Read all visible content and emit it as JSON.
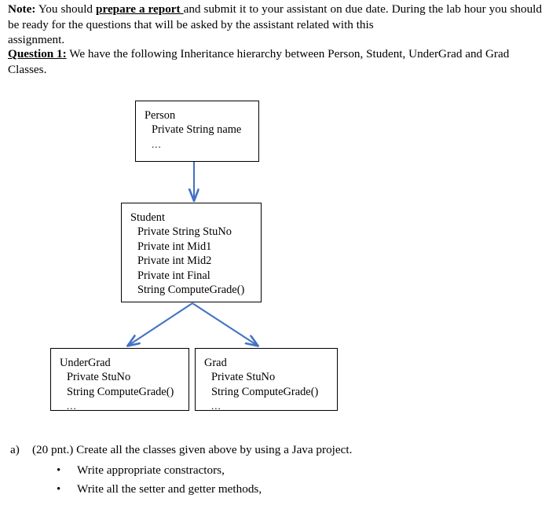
{
  "document": {
    "note": {
      "label": "Note:",
      "text_before_emphasis": " You should ",
      "emphasis": "prepare a report ",
      "text_after_emphasis": "and submit it to your assistant on due date. During the lab hour you should be ready for the questions that will be asked by the assistant related with this",
      "last_line": "assignment."
    },
    "question": {
      "label": "Question 1:",
      "text": " We have the following Inheritance hierarchy between Person, Student, UnderGrad and Grad Classes."
    }
  },
  "diagram": {
    "arrow_color": "#4472C4",
    "box_border_color": "#000000",
    "classes": [
      {
        "id": "person",
        "name": "Person",
        "members": [
          "Private String name"
        ],
        "ellipsis": "..."
      },
      {
        "id": "student",
        "name": "Student",
        "members": [
          "Private String StuNo",
          "Private int Mid1",
          "Private int Mid2",
          "Private int Final",
          "String ComputeGrade()"
        ],
        "ellipsis": ""
      },
      {
        "id": "undergrad",
        "name": "UnderGrad",
        "members": [
          "Private StuNo",
          "String ComputeGrade()"
        ],
        "ellipsis": "..."
      },
      {
        "id": "grad",
        "name": "Grad",
        "members": [
          "Private StuNo",
          "String ComputeGrade()"
        ],
        "ellipsis": "..."
      }
    ]
  },
  "tasks": {
    "item_a": {
      "marker": "a)",
      "text": "(20 pnt.) Create all the classes given above by using a Java project."
    },
    "bullets": [
      {
        "dot": "•",
        "text": "Write appropriate constractors,"
      },
      {
        "dot": "•",
        "text": "Write all the setter and getter methods,"
      }
    ]
  }
}
